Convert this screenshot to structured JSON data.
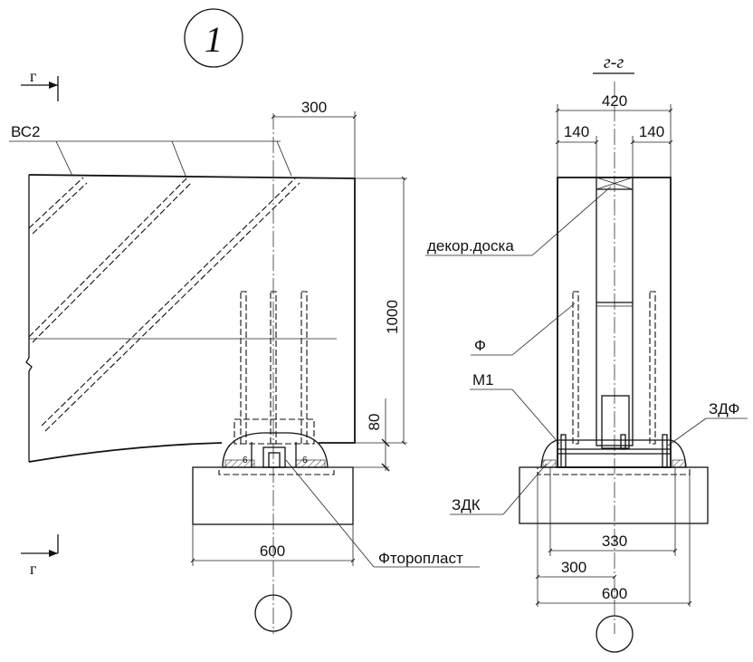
{
  "node_number": "1",
  "section_label": "г-г",
  "section_mark": "г",
  "left_view": {
    "label_bc2": "ВС2",
    "dim_top": "300",
    "dim_height": "1000",
    "dim_80": "80",
    "dim_6_left": "6",
    "dim_6_right": "6",
    "dim_bottom": "600",
    "label_ftoroplast": "Фторопласт"
  },
  "right_view": {
    "dim_420": "420",
    "dim_140_left": "140",
    "dim_140_right": "140",
    "label_dekor": "декор.доска",
    "label_f": "Ф",
    "label_m1": "М1",
    "label_zdf": "ЗДФ",
    "label_zdk": "ЗДК",
    "dim_330": "330",
    "dim_300": "300",
    "dim_600": "600"
  }
}
